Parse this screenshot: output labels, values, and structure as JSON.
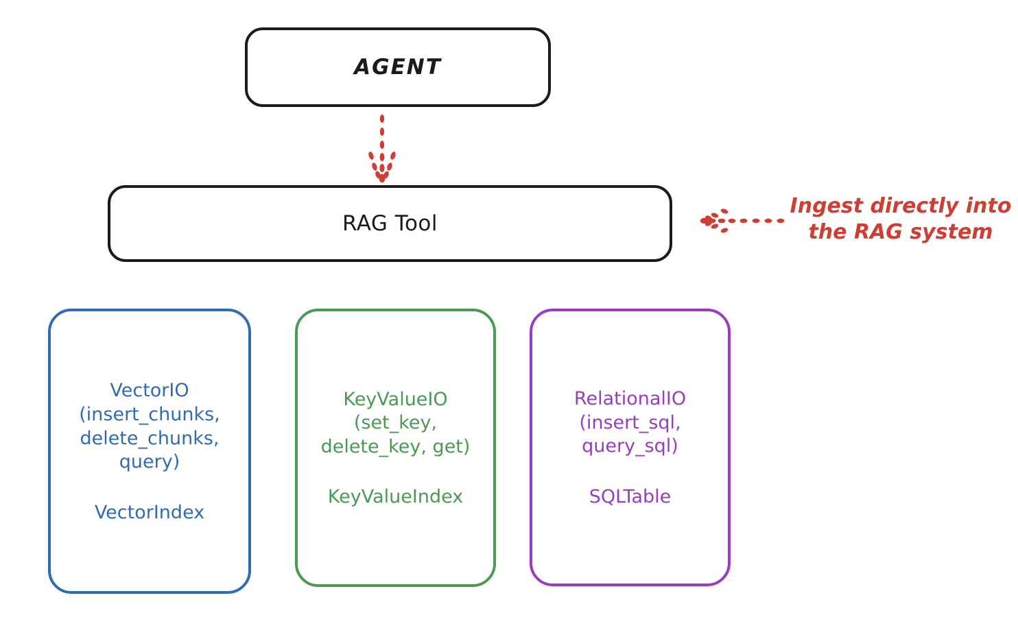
{
  "diagram": {
    "title": "RAG Tool architecture",
    "background": "#ffffff",
    "colors": {
      "black": "#1b1b1b",
      "blue": "#2f6cb5",
      "green": "#4a9a52",
      "purple": "#9b3cc0",
      "red": "#cf3e33"
    }
  },
  "nodes": {
    "agent": {
      "label": "AGENT",
      "color": "#1b1b1b"
    },
    "rag_tool": {
      "label": "RAG Tool",
      "color": "#1b1b1b"
    },
    "vector_io": {
      "api": "VectorIO\n(insert_chunks,\ndelete_chunks,\nquery)",
      "index": "VectorIndex",
      "color": "#2f6cb5"
    },
    "key_value_io": {
      "api": "KeyValueIO\n(set_key,\ndelete_key, get)",
      "index": "KeyValueIndex",
      "color": "#4a9a52"
    },
    "relational_io": {
      "api": "RelationalIO\n(insert_sql,\nquery_sql)",
      "index": "SQLTable",
      "color": "#9b3cc0"
    }
  },
  "annotations": {
    "ingest": {
      "text": "Ingest directly into\nthe RAG system",
      "color": "#cf3e33"
    }
  },
  "edges": [
    {
      "name": "agent-to-rag-tool",
      "from": "agent",
      "to": "rag_tool",
      "style": "dotted",
      "direction": "down",
      "color": "#cf3e33"
    },
    {
      "name": "ingest-to-rag-tool",
      "from": "ingest_annotation",
      "to": "rag_tool",
      "style": "dotted",
      "direction": "left",
      "color": "#cf3e33"
    }
  ]
}
